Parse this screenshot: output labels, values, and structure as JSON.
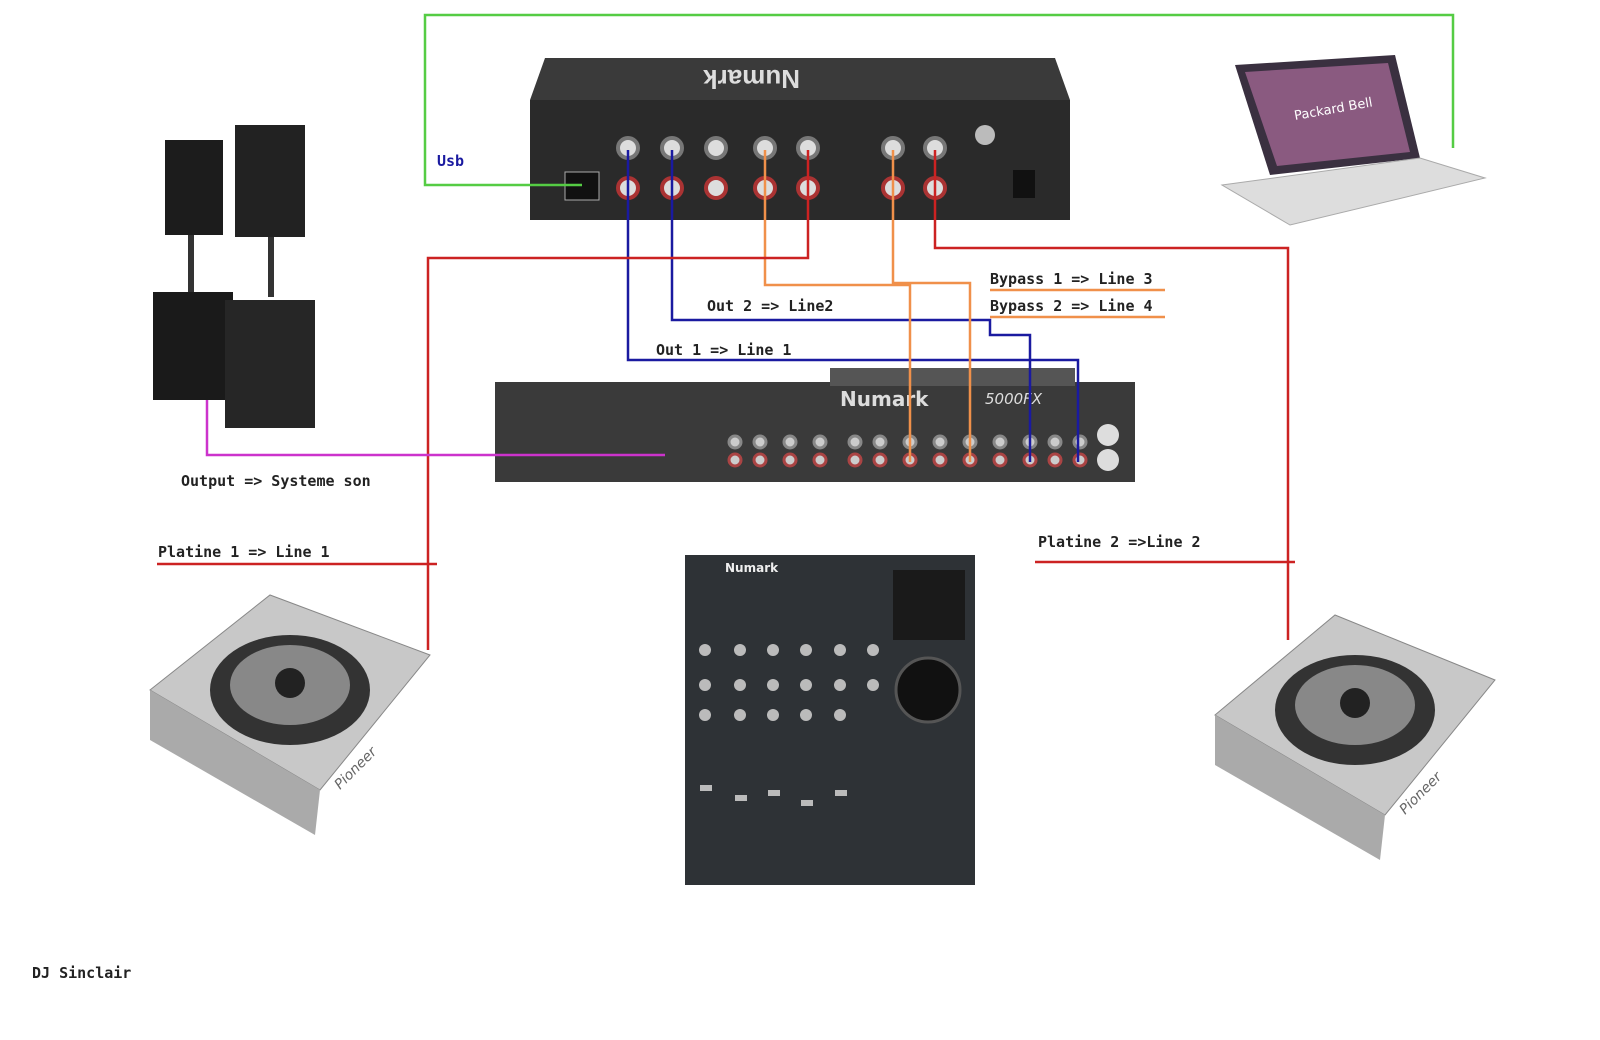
{
  "labels": {
    "usb": "Usb",
    "bypass1": "Bypass 1 => Line 3",
    "bypass2": "Bypass 2 => Line 4",
    "out2": "Out 2 => Line2",
    "out1": "Out 1 => Line 1",
    "output": "Output => Systeme son",
    "platine1": "Platine 1 => Line 1",
    "platine2": "Platine 2 =>Line 2",
    "author": "DJ Sinclair"
  },
  "devices": {
    "interface_brand": "Numark",
    "mixer_brand": "Numark",
    "mixer_model": "5000FX",
    "laptop_brand": "Packard Bell",
    "controller_brand": "Numark",
    "cdj_brand": "Pioneer"
  },
  "colors": {
    "usb": "#55cc44",
    "out": "#1a1aa0",
    "bypass": "#f0904a",
    "line": "#cc2222",
    "output": "#cc33cc"
  }
}
